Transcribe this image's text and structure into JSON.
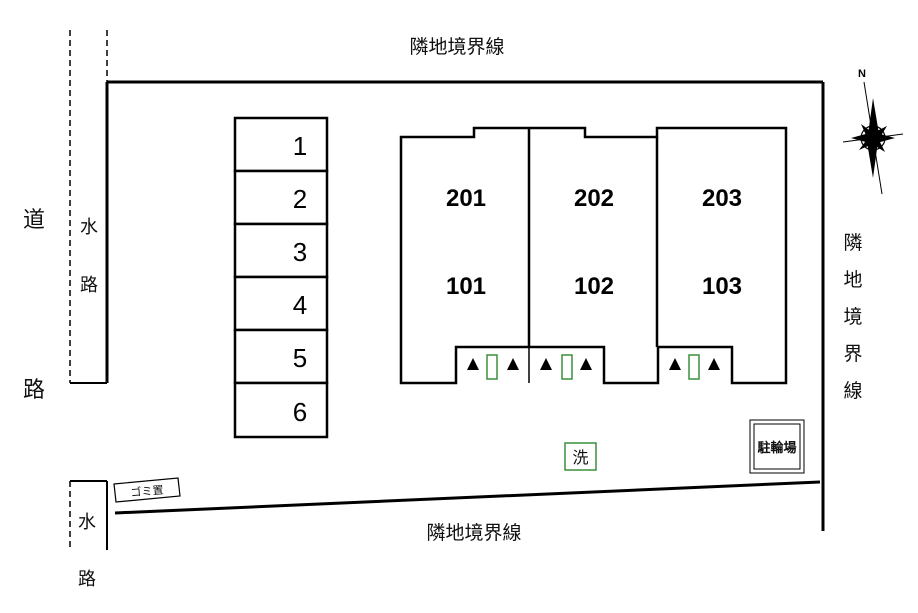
{
  "labels": {
    "top_boundary": "隣地境界線",
    "bottom_boundary": "隣地境界線",
    "right_boundary": [
      "隣",
      "地",
      "境",
      "界",
      "線"
    ],
    "road": [
      "道",
      "路"
    ],
    "waterway_upper": [
      "水",
      "路"
    ],
    "waterway_lower": [
      "水",
      "路"
    ],
    "garbage": "ゴミ置",
    "washer": "洗",
    "bicycle_parking": "駐輪場",
    "compass_north": "N"
  },
  "parking_spaces": [
    "1",
    "2",
    "3",
    "4",
    "5",
    "6"
  ],
  "units": [
    {
      "upper": "201",
      "lower": "101"
    },
    {
      "upper": "202",
      "lower": "102"
    },
    {
      "upper": "203",
      "lower": "103"
    }
  ],
  "colors": {
    "line": "#000000",
    "meter_green": "#3a8f3a",
    "washer_green": "#3a8f3a"
  }
}
